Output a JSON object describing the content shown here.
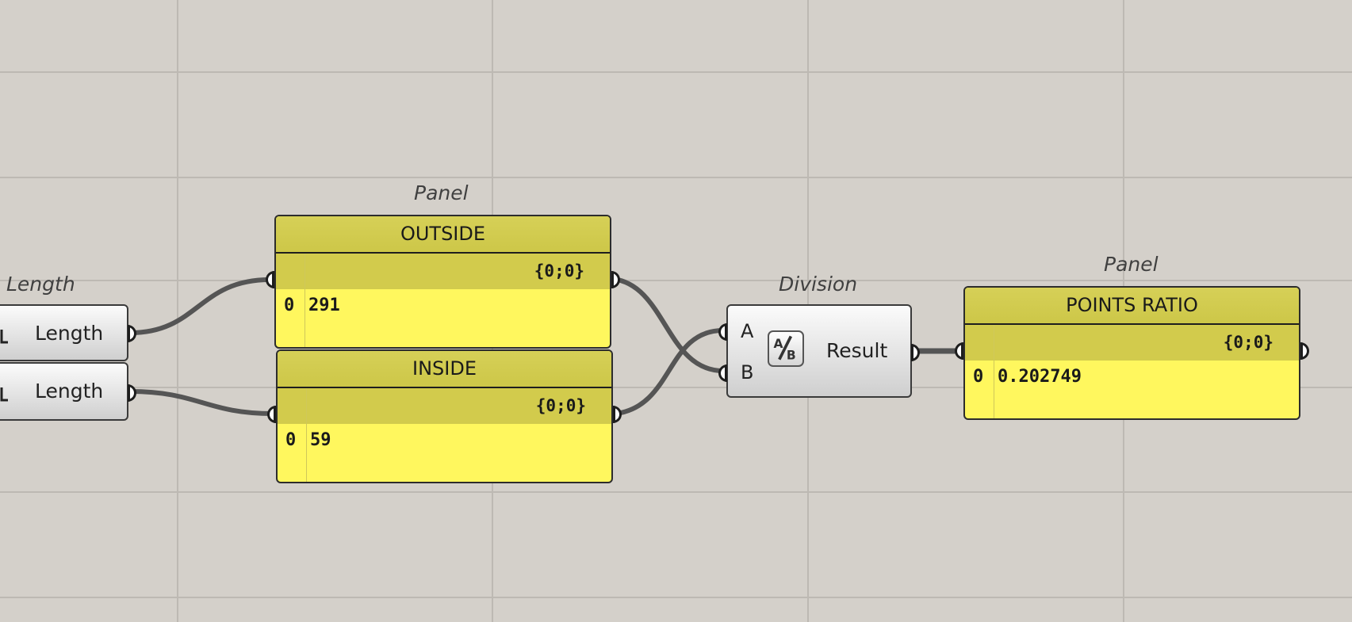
{
  "panels": {
    "outside": {
      "caption": "Panel",
      "title": "OUTSIDE",
      "path": "{0;0}",
      "rows": [
        {
          "index": "0",
          "value": "291"
        }
      ]
    },
    "inside": {
      "title": "INSIDE",
      "path": "{0;0}",
      "rows": [
        {
          "index": "0",
          "value": "59"
        }
      ]
    },
    "ratio": {
      "caption": "Panel",
      "title": "POINTS RATIO",
      "path": "{0;0}",
      "rows": [
        {
          "index": "0",
          "value": "0.202749"
        }
      ]
    }
  },
  "length_nodes": {
    "caption": "Length",
    "items": [
      {
        "label": "Length"
      },
      {
        "label": "Length"
      }
    ]
  },
  "division": {
    "caption": "Division",
    "input_a": "A",
    "input_b": "B",
    "output": "Result",
    "icon": "a-over-b-icon"
  },
  "colors": {
    "canvas": "#d4d0ca",
    "grid": "#bdb9b3",
    "panel_body": "#fff75e",
    "panel_header": "#cdc748",
    "wire": "#555555"
  }
}
